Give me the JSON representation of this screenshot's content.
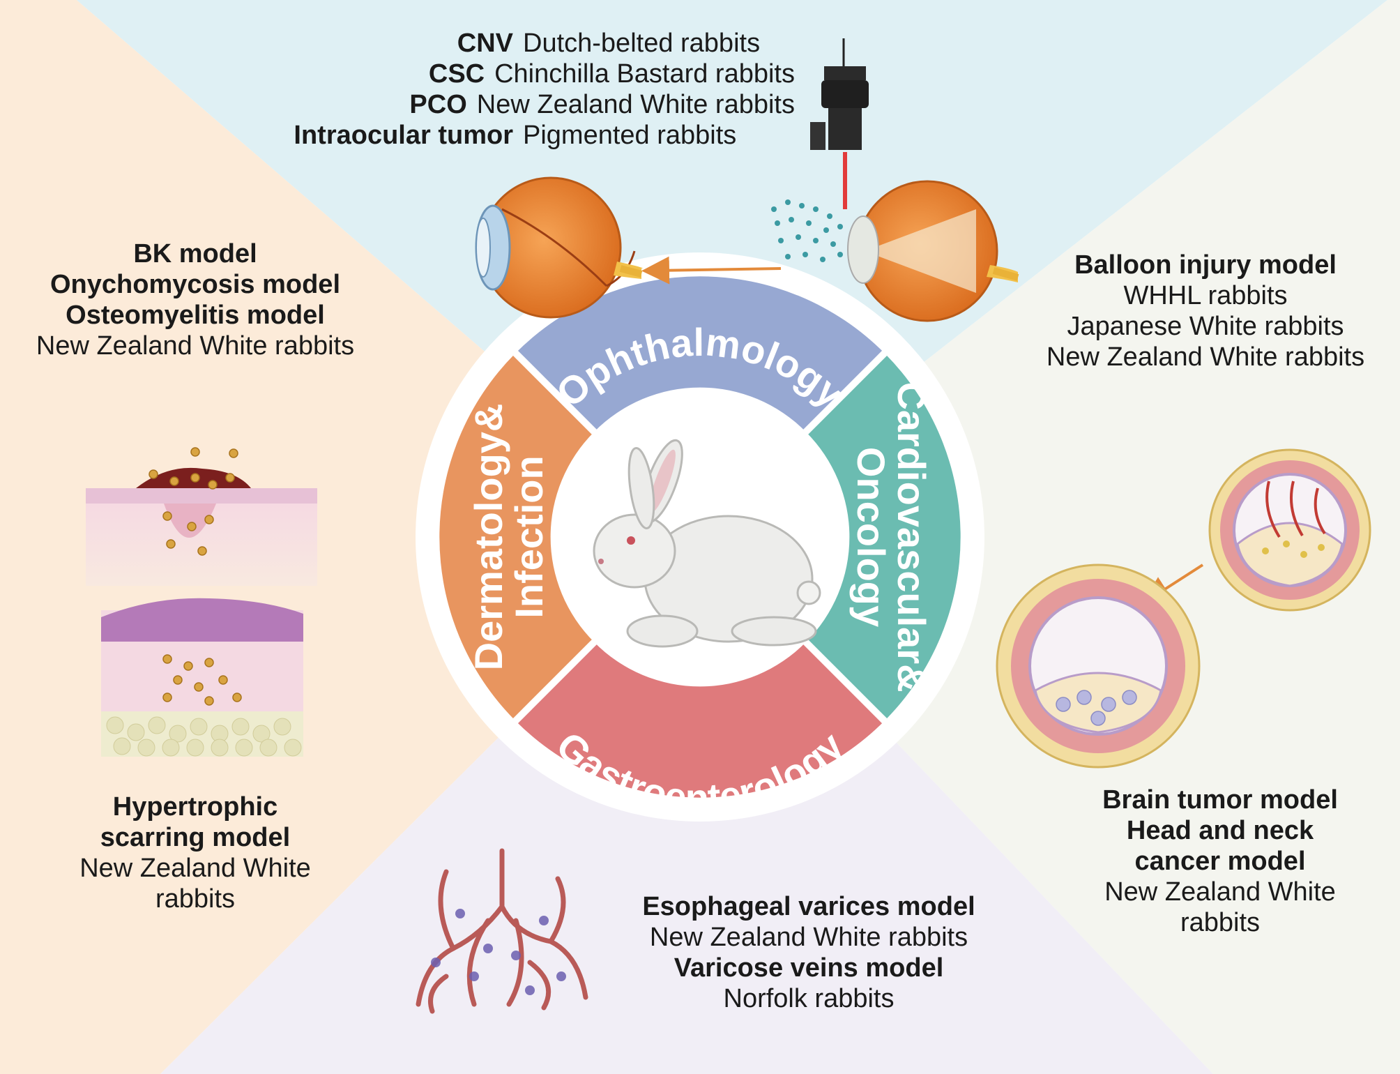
{
  "colors": {
    "ophthalmology": "#97a8d2",
    "dermatology": "#e8955f",
    "cardiovascular": "#6bbcb1",
    "gastroenterology": "#df7a7c",
    "bg_top": "#dff0f4",
    "bg_left": "#fcebd9",
    "bg_right": "#f4f5ef",
    "bg_bottom": "#f1eef6",
    "arrow": "#e38a3a"
  },
  "ring": {
    "ophthalmology": "Ophthalmology",
    "dermatology_line1": "Dermatology&",
    "dermatology_line2": "Infection",
    "cardiovascular_line1": "Cardiovascular&",
    "cardiovascular_line2": "Oncology",
    "gastroenterology": "Gastroenterology"
  },
  "ophthalmology_models": [
    {
      "model": "CNV",
      "rabbits": "Dutch-belted rabbits"
    },
    {
      "model": "CSC",
      "rabbits": "Chinchilla Bastard rabbits"
    },
    {
      "model": "PCO",
      "rabbits": "New Zealand White rabbits"
    },
    {
      "model": "Intraocular tumor",
      "rabbits": "Pigmented rabbits"
    }
  ],
  "dermatology_top": {
    "line1": "BK model",
    "line2": "Onychomycosis model",
    "line3": "Osteomyelitis model",
    "rabbits": "New Zealand White rabbits"
  },
  "dermatology_bottom": {
    "line1": "Hypertrophic",
    "line2": "scarring model",
    "rabbits1": "New Zealand White",
    "rabbits2": "rabbits"
  },
  "cardio_top": {
    "model": "Balloon injury model",
    "r1": "WHHL rabbits",
    "r2": "Japanese White rabbits",
    "r3": "New Zealand White rabbits"
  },
  "cardio_bottom": {
    "m1": "Brain tumor model",
    "m2": "Head and neck",
    "m3": "cancer model",
    "r1": "New Zealand White",
    "r2": "rabbits"
  },
  "gastro": {
    "m1": "Esophageal varices model",
    "r1": "New Zealand White rabbits",
    "m2": "Varicose veins model",
    "r2": "Norfolk rabbits"
  },
  "icons": [
    "eye-icon",
    "laser-camera-icon",
    "rabbit-icon",
    "skin-section-icon",
    "artery-cross-section-icon",
    "vein-network-icon"
  ]
}
